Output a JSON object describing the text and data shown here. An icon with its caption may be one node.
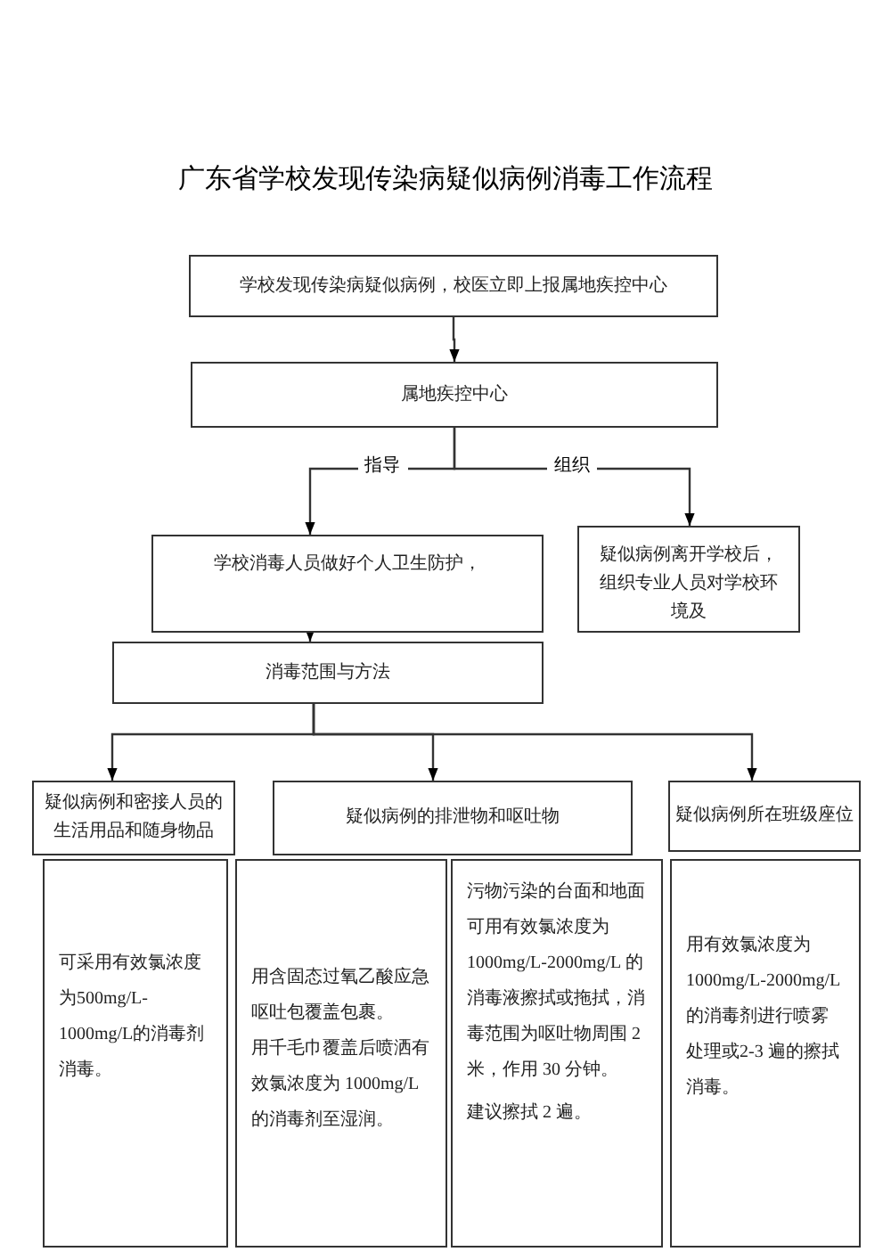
{
  "diagram": {
    "title": "广东省学校发现传染病疑似病例消毒工作流程",
    "nodes": [
      {
        "text": [
          "学校发现传染病疑似病例，校医立即上报属地疾控中心"
        ]
      },
      {
        "text": [
          "属地疾控中心"
        ]
      },
      {
        "text": [
          "学校消毒人员做好个人卫生防护，"
        ]
      },
      {
        "text": [
          "疑似病例离开学校后，组织专业人员对学校环境及"
        ]
      },
      {
        "text": [
          "消毒范围与方法"
        ]
      },
      {
        "text": [
          "疑似病例和密接人员的生活用品和随身物品"
        ]
      },
      {
        "text": [
          "疑似病例的排泄物和呕吐物"
        ]
      },
      {
        "text": [
          "疑似病例所在班级座位"
        ]
      },
      {
        "text": [
          "可采用有效氯浓度为500mg/L-1000mg/L的消毒剂消毒。"
        ]
      },
      {
        "text": [
          "用含固态过氧乙酸应急呕吐包覆盖包裹。",
          "用千毛巾覆盖后喷洒有效氯浓度为 1000mg/L 的消毒剂至湿润。"
        ]
      },
      {
        "text": [
          "污物污染的台面和地面可用有效氯浓度为1000mg/L-2000mg/L 的消毒液擦拭或拖拭，消毒范围为呕吐物周围 2 米，作用 30 分钟。",
          "建议擦拭 2 遍。"
        ]
      },
      {
        "text": [
          "用有效氯浓度为1000mg/L-2000mg/L 的消毒剂进行喷雾处理或2-3 遍的擦拭消毒。"
        ]
      }
    ],
    "edges": [
      {
        "from": 0,
        "to": 1,
        "arrow": "to"
      },
      {
        "from": 1,
        "to": 2,
        "arrow": "to",
        "label": "指导"
      },
      {
        "from": 1,
        "to": 3,
        "arrow": "to",
        "label": "组织"
      },
      {
        "from": 2,
        "to": 4,
        "arrow": "to"
      },
      {
        "from": 4,
        "to": 5,
        "arrow": "to"
      },
      {
        "from": 4,
        "to": 6,
        "arrow": "to"
      },
      {
        "from": 4,
        "to": 7,
        "arrow": "to"
      }
    ]
  }
}
